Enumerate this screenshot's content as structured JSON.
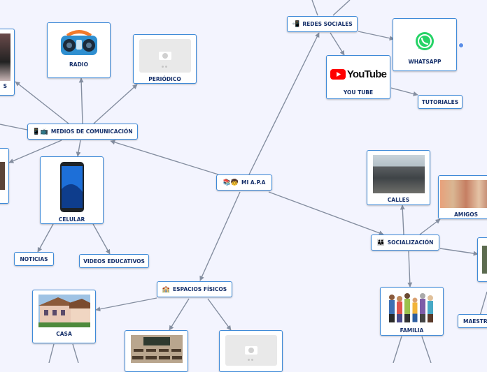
{
  "nodes": {
    "root": "MI A.P.A",
    "medios": "MEDIOS DE COMUNICACIÓN",
    "radio": "RADIO",
    "periodico": "PERIÓDICO",
    "celular": "CELULAR",
    "noticias": "NOTICIAS",
    "videos": "VIDEOS EDUCATIVOS",
    "redes": "REDES SOCIALES",
    "whatsapp": "WHATSAPP",
    "youtube": "YOU TUBE",
    "tutoriales": "TUTORIALES",
    "socializacion": "SOCIALIZACIÓN",
    "calles": "CALLES",
    "amigos": "AMIGOS",
    "familia": "FAMILIA",
    "maestro": "MAESTRO",
    "espacios": "ESPACIOS FÍSICOS",
    "casa": "CASA",
    "partial_left": "S"
  },
  "logos": {
    "youtube_word": "YouTube"
  },
  "colors": {
    "background": "#f3f4fe",
    "node_border": "#3e8ad8",
    "text": "#16306a",
    "edge": "#848ea0",
    "whatsapp": "#25d366",
    "youtube": "#ff0000"
  }
}
